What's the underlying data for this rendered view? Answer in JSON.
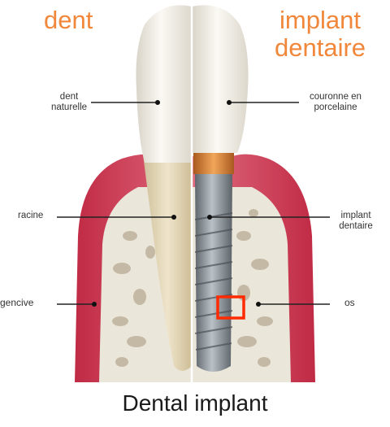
{
  "headings": {
    "left": "dent",
    "right_line1": "implant",
    "right_line2": "dentaire"
  },
  "labels_left": {
    "dent_line1": "dent",
    "dent_line2": "naturelle",
    "racine": "racine",
    "gencive": "gencive"
  },
  "labels_right": {
    "couronne_line1": "couronne en",
    "couronne_line2": "porcelaine",
    "implant_line1": "implant",
    "implant_line2": "dentaire",
    "os": "os"
  },
  "caption": "Dental implant",
  "colors": {
    "heading": "#f0873a",
    "gum": "#c8324a",
    "bone": "#ece7dc",
    "tooth": "#f3efe6",
    "root": "#e6d9b8",
    "implant": "#8d959c",
    "abutment": "#d9893d",
    "highlight": "#ff2a00"
  }
}
